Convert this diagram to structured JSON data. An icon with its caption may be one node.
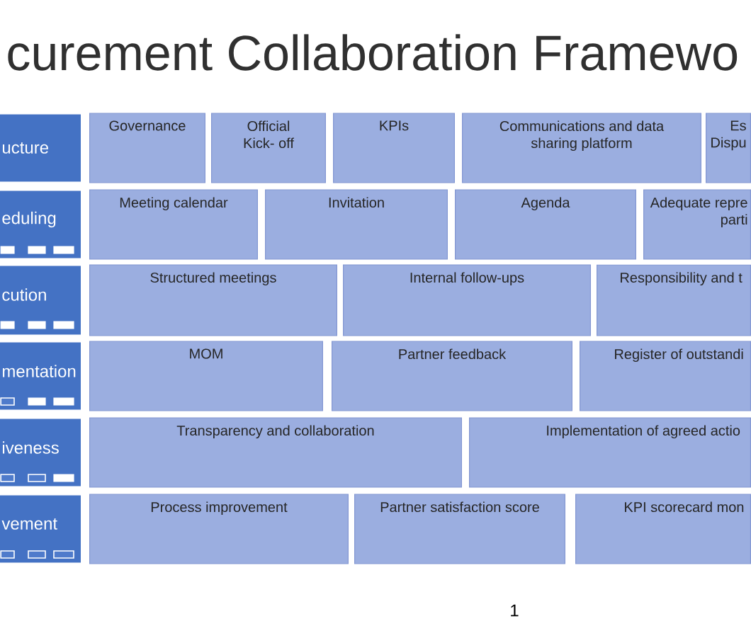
{
  "diagram": {
    "title": "curement Collaboration Framewo",
    "nodes": [
      {
        "text": [
          "ucture"
        ]
      },
      {
        "text": [
          "Governance"
        ]
      },
      {
        "text": [
          "Official Kick- off"
        ]
      },
      {
        "text": [
          "KPIs"
        ]
      },
      {
        "text": [
          "Communications and data sharing platform"
        ]
      },
      {
        "text": [
          "Es Dispu"
        ]
      },
      {
        "text": [
          "eduling"
        ]
      },
      {
        "text": [
          "Meeting calendar"
        ]
      },
      {
        "text": [
          "Invitation"
        ]
      },
      {
        "text": [
          "Agenda"
        ]
      },
      {
        "text": [
          "Adequate repre parti"
        ]
      },
      {
        "text": [
          "cution"
        ]
      },
      {
        "text": [
          "Structured meetings"
        ]
      },
      {
        "text": [
          "Internal follow-ups"
        ]
      },
      {
        "text": [
          "Responsibility and t"
        ]
      },
      {
        "text": [
          "mentation"
        ]
      },
      {
        "text": [
          "MOM"
        ]
      },
      {
        "text": [
          "Partner feedback"
        ]
      },
      {
        "text": [
          "Register of outstandi"
        ]
      },
      {
        "text": [
          "iveness"
        ]
      },
      {
        "text": [
          "Transparency and collaboration"
        ]
      },
      {
        "text": [
          "Implementation of agreed actio"
        ]
      },
      {
        "text": [
          "vement"
        ]
      },
      {
        "text": [
          "Process improvement"
        ]
      },
      {
        "text": [
          "Partner satisfaction score"
        ]
      },
      {
        "text": [
          "KPI scorecard mon"
        ]
      }
    ],
    "labels": [
      "1"
    ]
  }
}
